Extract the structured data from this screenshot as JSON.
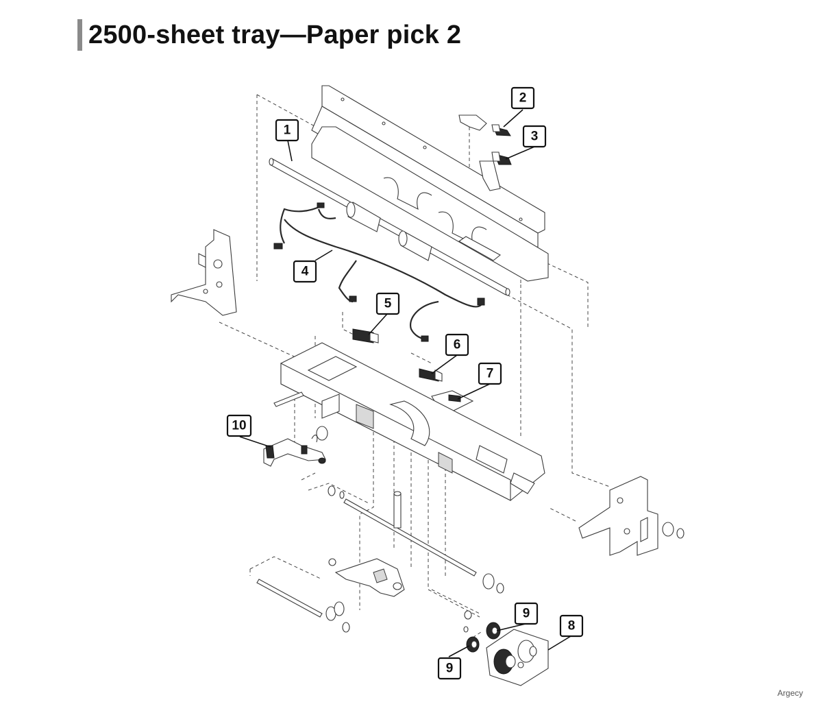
{
  "title": "2500-sheet tray—Paper pick 2",
  "watermark": "Argecy",
  "callouts": [
    "1",
    "2",
    "3",
    "4",
    "5",
    "6",
    "7",
    "8",
    "9",
    "9",
    "10"
  ],
  "colors": {
    "title_bar": "#8a8a8a",
    "line": "#3a3a3a"
  }
}
